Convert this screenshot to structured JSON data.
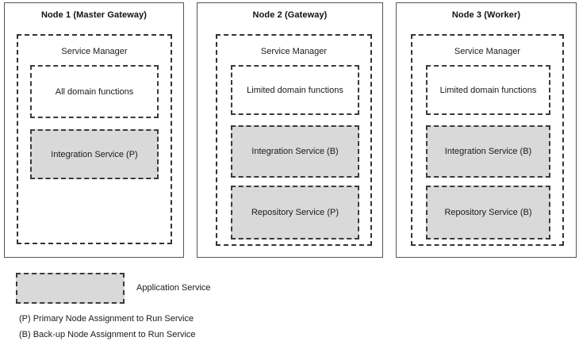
{
  "diagram": {
    "colors": {
      "shaded_service": "#d9d9d9",
      "border_solid": "#555555",
      "border_dashed": "#333333",
      "background": "#ffffff"
    },
    "nodes": [
      {
        "id": "node-1",
        "title": "Node 1 (Master Gateway)",
        "container_label": "Service Manager",
        "boxes": [
          {
            "label": "All domain functions",
            "style": "plain"
          },
          {
            "label": "Integration Service (P)",
            "style": "shaded"
          }
        ]
      },
      {
        "id": "node-2",
        "title": "Node 2 (Gateway)",
        "container_label": "Service Manager",
        "boxes": [
          {
            "label": "Limited domain functions",
            "style": "plain"
          },
          {
            "label": "Integration Service (B)",
            "style": "shaded"
          },
          {
            "label": "Repository Service (P)",
            "style": "shaded"
          }
        ]
      },
      {
        "id": "node-3",
        "title": "Node 3 (Worker)",
        "container_label": "Service Manager",
        "boxes": [
          {
            "label": "Limited domain functions",
            "style": "plain"
          },
          {
            "label": "Integration Service (B)",
            "style": "shaded"
          },
          {
            "label": "Repository Service (B)",
            "style": "shaded"
          }
        ]
      }
    ],
    "legend": {
      "swatch_label": "Application Service",
      "notes": [
        "(P) Primary Node Assignment to Run Service",
        "(B) Back-up Node Assignment to Run Service"
      ]
    }
  }
}
